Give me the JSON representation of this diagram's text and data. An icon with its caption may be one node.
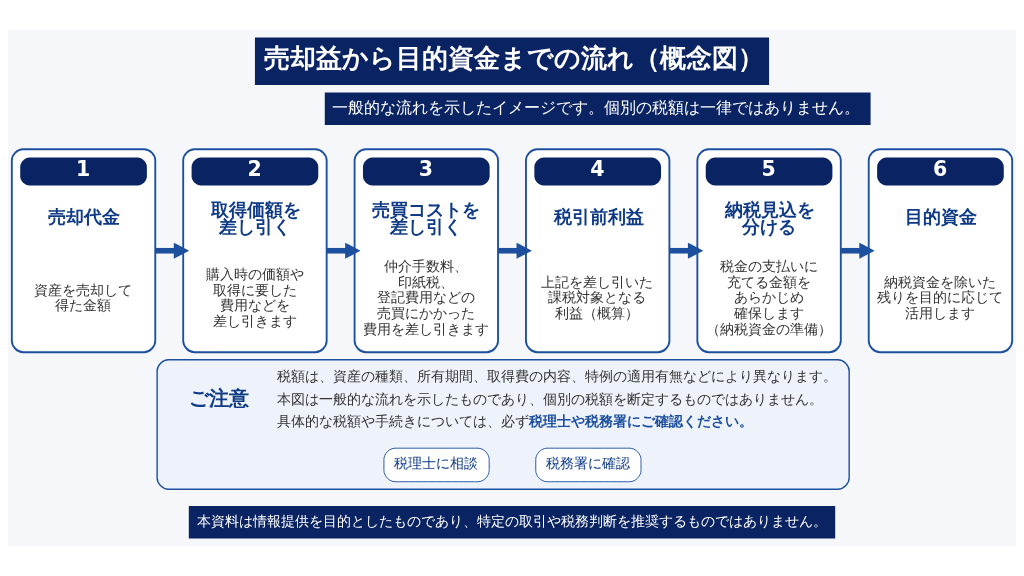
{
  "diagram": {
    "title": "売却益から目的資金までの流れ（概念図）",
    "caption": "本資料は情報提供を目的としたものであり、特定の取引や税務判断を推奨するものではありません。",
    "nodes": [
      {
        "text": [
          "1",
          "売却代金",
          "資産を売却して得た金額"
        ]
      },
      {
        "text": [
          "2",
          "取得価額を差し引く",
          "購入時の価額や取得に要した費用などを差し引きます"
        ]
      },
      {
        "text": [
          "3",
          "売買コストを差し引く",
          "仲介手数料、印紙税、登記費用などの売買にかかった費用を差し引きます"
        ]
      },
      {
        "text": [
          "4",
          "税引前利益",
          "上記を差し引いた課税対象となる利益（概算）"
        ]
      },
      {
        "text": [
          "5",
          "納税見込を分ける",
          "税金の支払いに充てる金額をあらかじめ確保します（納税資金の準備）"
        ]
      },
      {
        "text": [
          "6",
          "目的資金",
          "納税資金を除いた残りを目的に応じて活用します"
        ]
      },
      {
        "text": [
          "ご注意",
          "税額は、資産の種類、所有期間、取得費の内容、特例の適用有無などにより異なります。",
          "本図は一般的な流れを示したものであり、個別の税額を断定するものではありません。",
          "具体的な税額や手続きについては、必ず**税理士や税務署にご確認ください。**"
        ]
      },
      {
        "text": [
          "税理士に相談"
        ],
        "in": 6
      },
      {
        "text": [
          "税務署に確認"
        ],
        "in": 6
      }
    ],
    "edges": [
      {
        "from": 0,
        "to": 1,
        "arrow": "to"
      },
      {
        "from": 1,
        "to": 2,
        "arrow": "to"
      },
      {
        "from": 2,
        "to": 3,
        "arrow": "to"
      },
      {
        "from": 3,
        "to": 4,
        "arrow": "to"
      },
      {
        "from": 4,
        "to": 5,
        "arrow": "to"
      }
    ],
    "labels": [
      "一般的な流れを示したイメージです。個別の税額は一律ではありません。"
    ]
  }
}
